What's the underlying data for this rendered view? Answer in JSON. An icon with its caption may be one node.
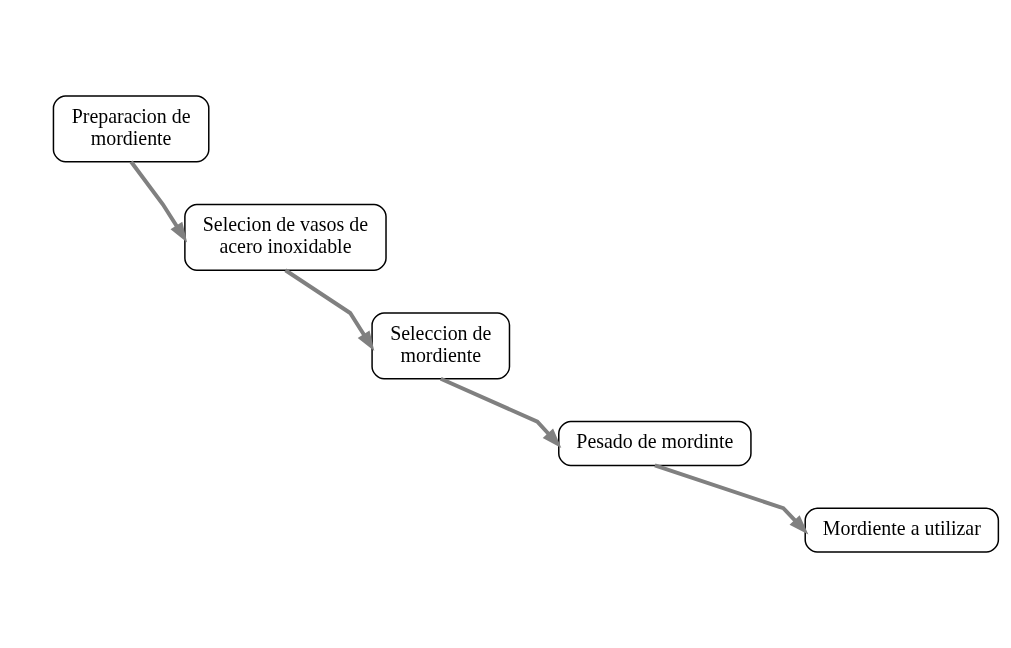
{
  "diagram": {
    "nodes": [
      {
        "text": [
          "Preparacion de mordiente"
        ]
      },
      {
        "text": [
          "Selecion de vasos de acero inoxidable"
        ]
      },
      {
        "text": [
          "Seleccion de mordiente"
        ]
      },
      {
        "text": [
          "Pesado de mordinte"
        ]
      },
      {
        "text": [
          "Mordiente a utilizar"
        ]
      }
    ],
    "edges": [
      {
        "from": 0,
        "to": 1,
        "arrow": "to"
      },
      {
        "from": 1,
        "to": 2,
        "arrow": "to"
      },
      {
        "from": 2,
        "to": 3,
        "arrow": "to"
      },
      {
        "from": 3,
        "to": 4,
        "arrow": "to"
      }
    ]
  }
}
